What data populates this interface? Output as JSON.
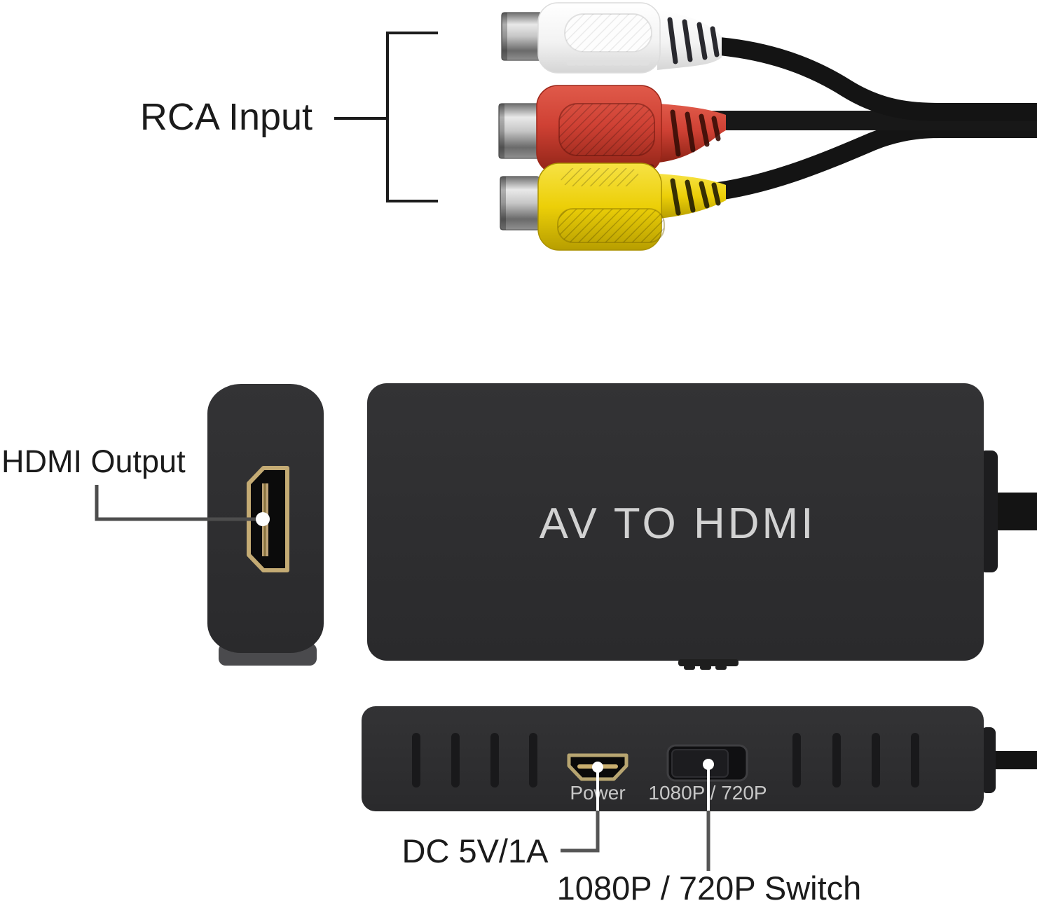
{
  "annotations": {
    "rca_input": "RCA Input",
    "hdmi_output": "HDMI Output",
    "dc_spec": "DC 5V/1A",
    "switch_caption": "1080P / 720P Switch"
  },
  "device": {
    "front_label": "AV TO HDMI",
    "back_panel": {
      "power_port_label": "Power",
      "switch_label": "1080P / 720P"
    }
  },
  "colors": {
    "background": "#ffffff",
    "device_body": "#2e2e30",
    "device_text": "#d2d2d2",
    "panel_label": "#c7c7c7",
    "annotation_text": "#1b1b1b",
    "callout_dark": "#4d4d4d",
    "callout_white": "#ffffff",
    "cable_black": "#141414",
    "rca_white": "#f2f2f2",
    "rca_red": "#cf4134",
    "rca_yellow": "#eccf08",
    "gold": "#bda377",
    "silver": "#d9d9d9"
  }
}
